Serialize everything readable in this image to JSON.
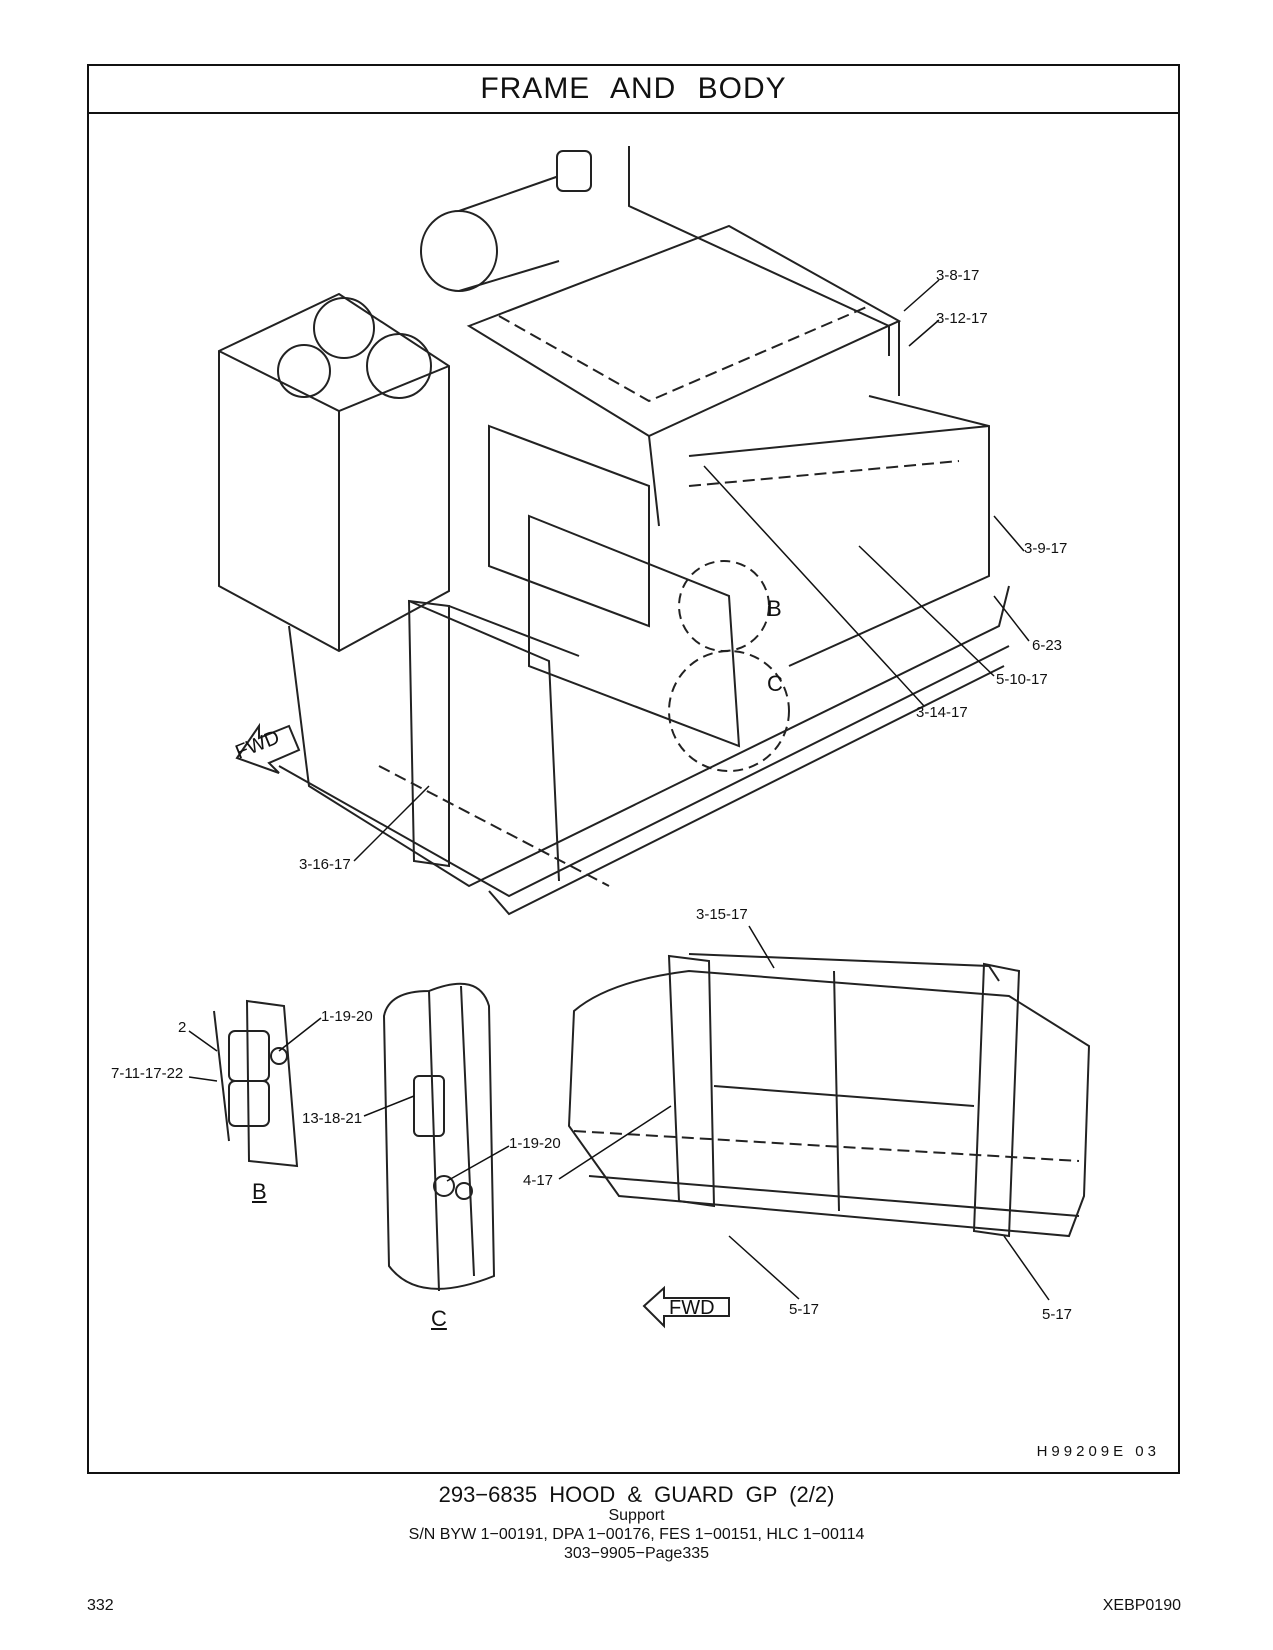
{
  "header": {
    "title": "FRAME   AND   BODY"
  },
  "callouts": [
    {
      "id": "c1",
      "text": "3-8-17"
    },
    {
      "id": "c2",
      "text": "3-12-17"
    },
    {
      "id": "c3",
      "text": "3-9-17"
    },
    {
      "id": "c4",
      "text": "6-23"
    },
    {
      "id": "c5",
      "text": "5-10-17"
    },
    {
      "id": "c6",
      "text": "3-14-17"
    },
    {
      "id": "c7",
      "text": "3-16-17"
    },
    {
      "id": "c8",
      "text": "3-15-17"
    },
    {
      "id": "c9",
      "text": "2"
    },
    {
      "id": "c10",
      "text": "1-19-20"
    },
    {
      "id": "c11",
      "text": "7-11-17-22"
    },
    {
      "id": "c12",
      "text": "13-18-21"
    },
    {
      "id": "c13",
      "text": "1-19-20"
    },
    {
      "id": "c14",
      "text": "4-17"
    },
    {
      "id": "c15",
      "text": "5-17"
    },
    {
      "id": "c16",
      "text": "5-17"
    }
  ],
  "view_letters": {
    "b_main": "B",
    "c_main": "C",
    "b_detail": "B",
    "c_detail": "C"
  },
  "fwd": {
    "main": "FWD",
    "detail": "FWD"
  },
  "drawing_id": "H99209E    03",
  "footer": {
    "title": "293−6835   HOOD  &  GUARD  GP (2/2)",
    "subtitle": "Support",
    "serials": "S/N BYW 1−00191, DPA 1−00176, FES 1−00151, HLC 1−00114",
    "page_ref": "303−9905−Page335"
  },
  "page_number": "332",
  "doc_code": "XEBP0190"
}
